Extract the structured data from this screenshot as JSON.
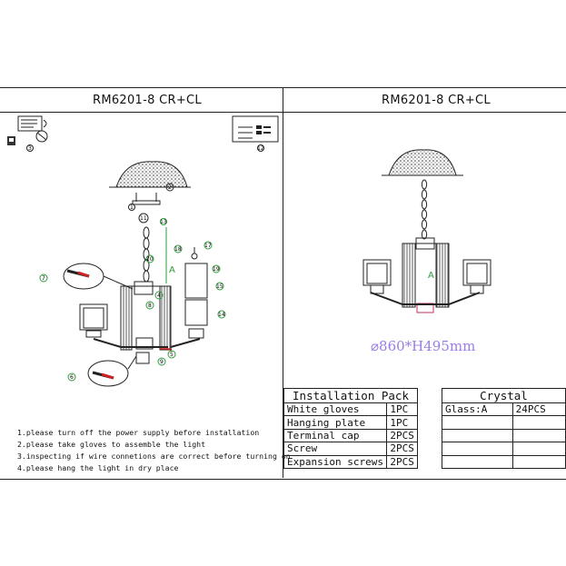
{
  "left_title": "RM6201-8 CR+CL",
  "right_title": "RM6201-8 CR+CL",
  "dimension_label": "⌀860*H495mm",
  "label_a_left": "A",
  "label_a_right": "A",
  "callouts": [
    "1",
    "2",
    "3",
    "4",
    "5",
    "6",
    "7",
    "8",
    "9",
    "10",
    "11",
    "12",
    "13",
    "14",
    "15",
    "16",
    "17",
    "18",
    "19"
  ],
  "notes": [
    "1.please turn off the power supply before installation",
    "2.please take gloves to assemble the light",
    "3.inspecting if wire connetions are correct before turning on",
    "4.please hang the light in dry place"
  ],
  "installation_pack": {
    "title": "Installation Pack",
    "rows": [
      {
        "item": "White gloves",
        "qty": "1PC"
      },
      {
        "item": "Hanging plate",
        "qty": "1PC"
      },
      {
        "item": "Terminal cap",
        "qty": "2PCS"
      },
      {
        "item": "Screw",
        "qty": "2PCS"
      },
      {
        "item": "Expansion screws",
        "qty": "2PCS"
      }
    ]
  },
  "crystal": {
    "title": "Crystal",
    "rows": [
      {
        "item": "Glass:A",
        "qty": "24PCS"
      },
      {
        "item": "",
        "qty": ""
      },
      {
        "item": "",
        "qty": ""
      },
      {
        "item": "",
        "qty": ""
      },
      {
        "item": "",
        "qty": ""
      }
    ]
  },
  "colors": {
    "line": "#222222",
    "dimension": "#9a7ce8",
    "callout_green": "#2e9b3a",
    "wire_red": "#d22222",
    "accent_pink": "#c0305a"
  }
}
